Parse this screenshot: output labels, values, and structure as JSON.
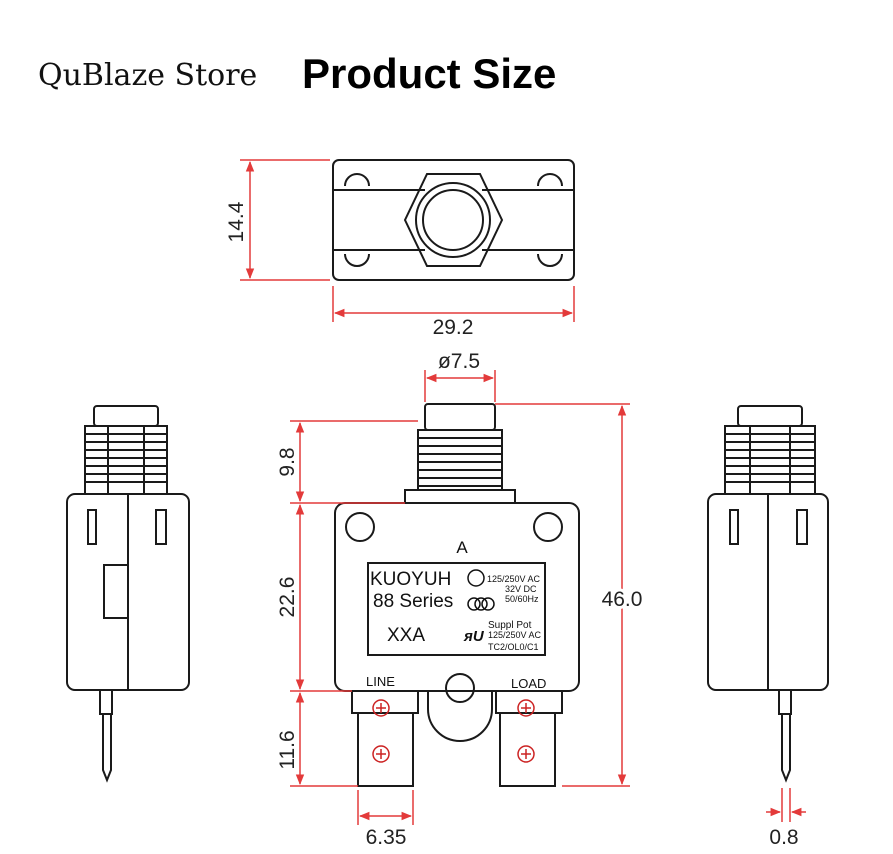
{
  "header": {
    "store": "QuBlaze Store",
    "title": "Product Size"
  },
  "dimensions": {
    "height_top": "14.4",
    "width_top": "29.2",
    "button_diameter": "ø7.5",
    "button_height": "9.8",
    "body_height": "22.6",
    "terminal_height": "11.6",
    "total_height": "46.0",
    "terminal_width": "6.35",
    "terminal_thickness": "0.8"
  },
  "label": {
    "letter": "A",
    "brand": "KUOYUH",
    "series": "88 Series",
    "model": "XXA",
    "rating1": "125/250V AC",
    "rating2": "32V DC",
    "rating3": "50/60Hz",
    "suppl": "Suppl Pot",
    "suppl_rating": "125/250V AC",
    "codes": "TC2/OL0/C1",
    "line": "LINE",
    "load": "LOAD"
  },
  "colors": {
    "dimension_line": "#e33a3a",
    "outline": "#1a1a1a"
  }
}
